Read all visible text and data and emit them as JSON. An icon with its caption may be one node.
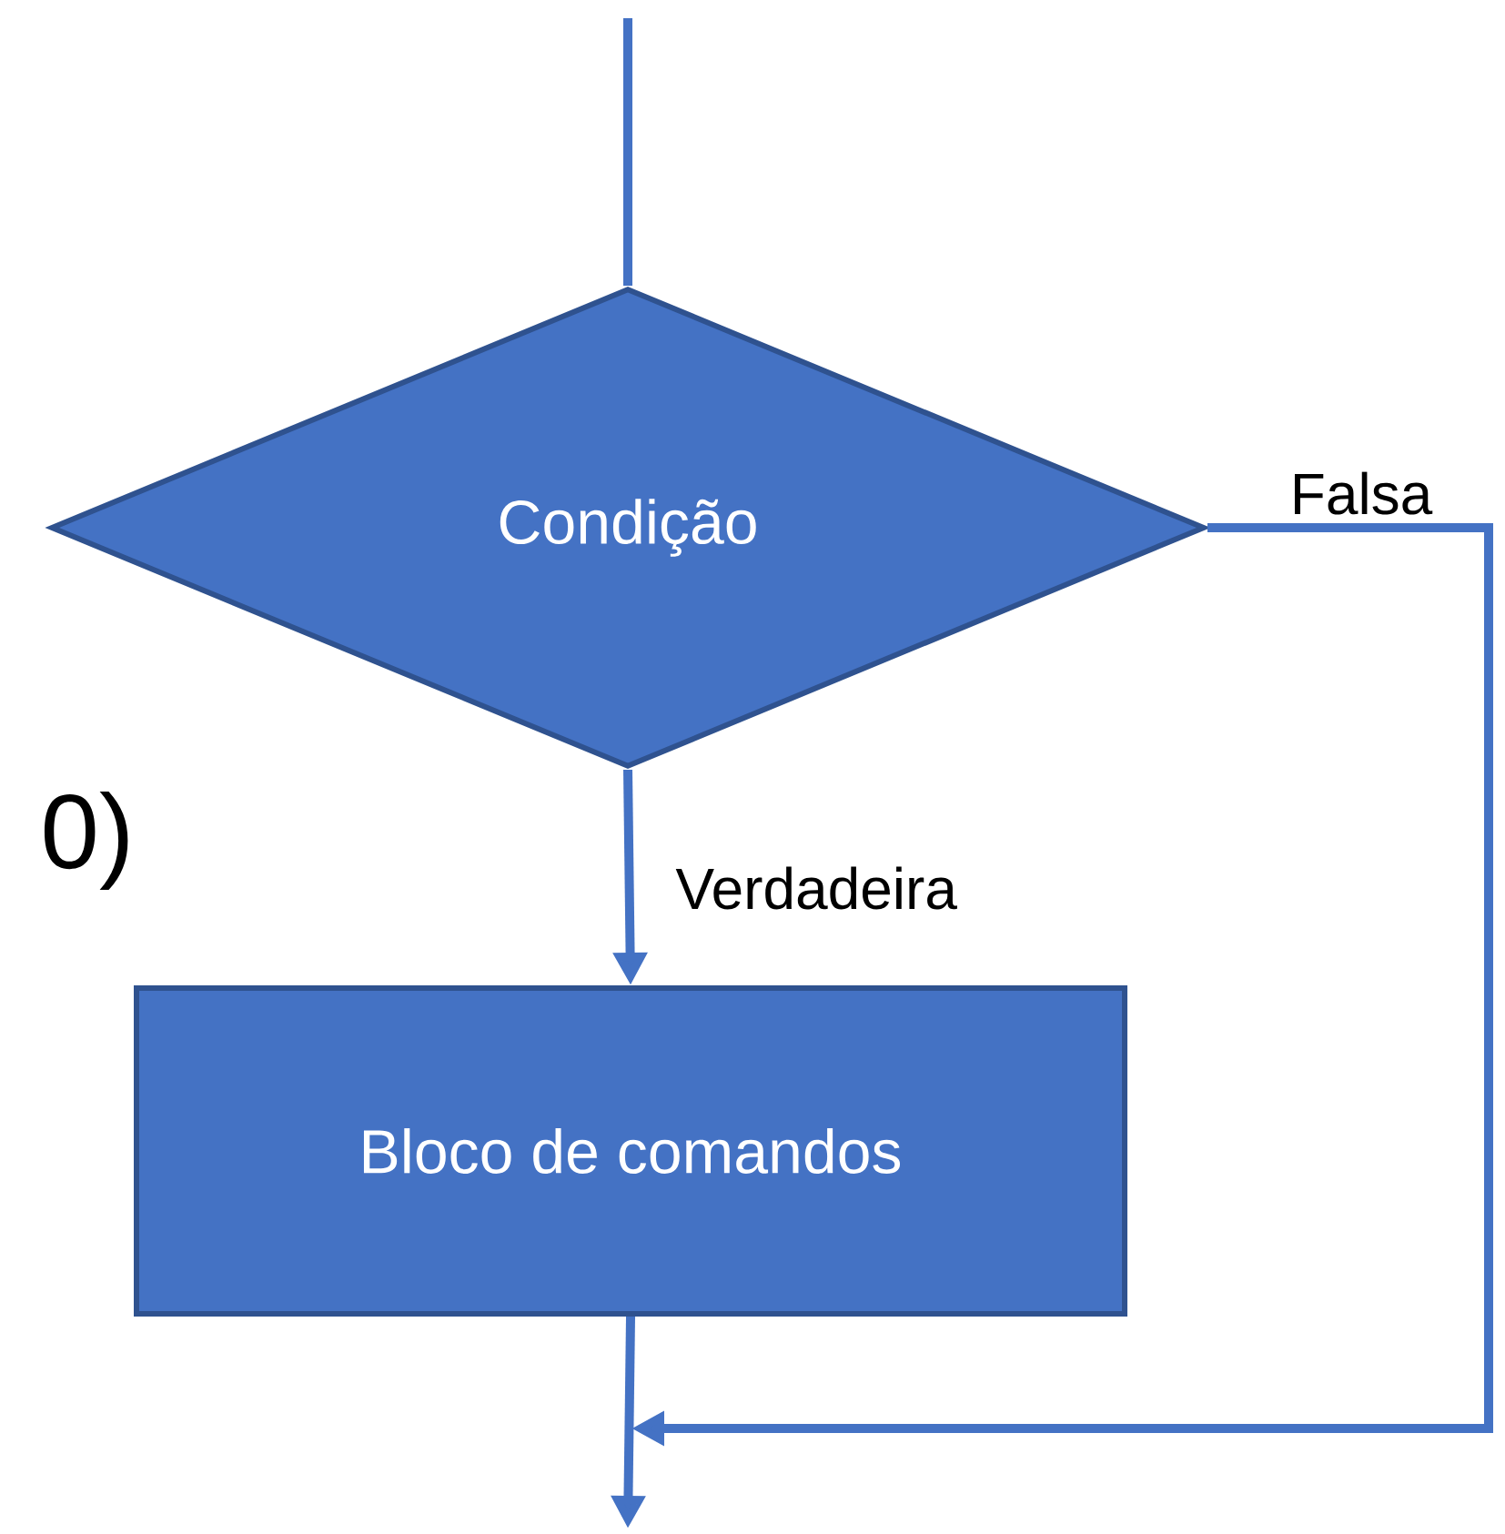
{
  "diagram": {
    "nodes": [
      {
        "text": [
          "Condição"
        ]
      },
      {
        "text": [
          "Bloco de comandos"
        ]
      }
    ],
    "edges": [
      {
        "from": null,
        "to": 0,
        "arrow": "none"
      },
      {
        "from": 0,
        "to": 1,
        "arrow": "to",
        "label": "Verdadeira"
      },
      {
        "from": 0,
        "to": null,
        "arrow": "to",
        "label": "Falsa"
      },
      {
        "from": 1,
        "to": null,
        "arrow": "to"
      }
    ],
    "labels": [
      "0)"
    ]
  }
}
